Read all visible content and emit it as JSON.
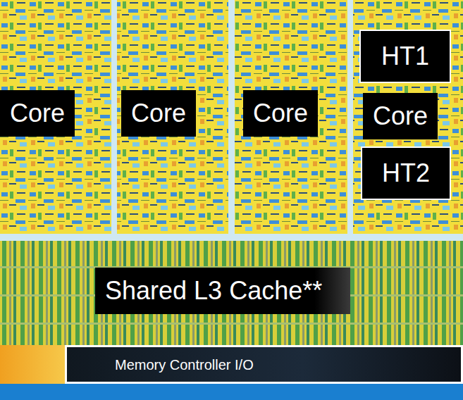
{
  "diagram": {
    "nodes": [
      {
        "text": [
          "Core"
        ]
      },
      {
        "text": [
          "Core"
        ]
      },
      {
        "text": [
          "Core"
        ]
      },
      {
        "text": [
          "Core"
        ]
      },
      {
        "text": [
          "HT1"
        ],
        "in": 3
      },
      {
        "text": [
          "HT2"
        ],
        "in": 3
      },
      {
        "text": [
          "Shared L3 Cache**"
        ]
      },
      {
        "text": [
          "Memory Controller I/O"
        ]
      }
    ]
  }
}
